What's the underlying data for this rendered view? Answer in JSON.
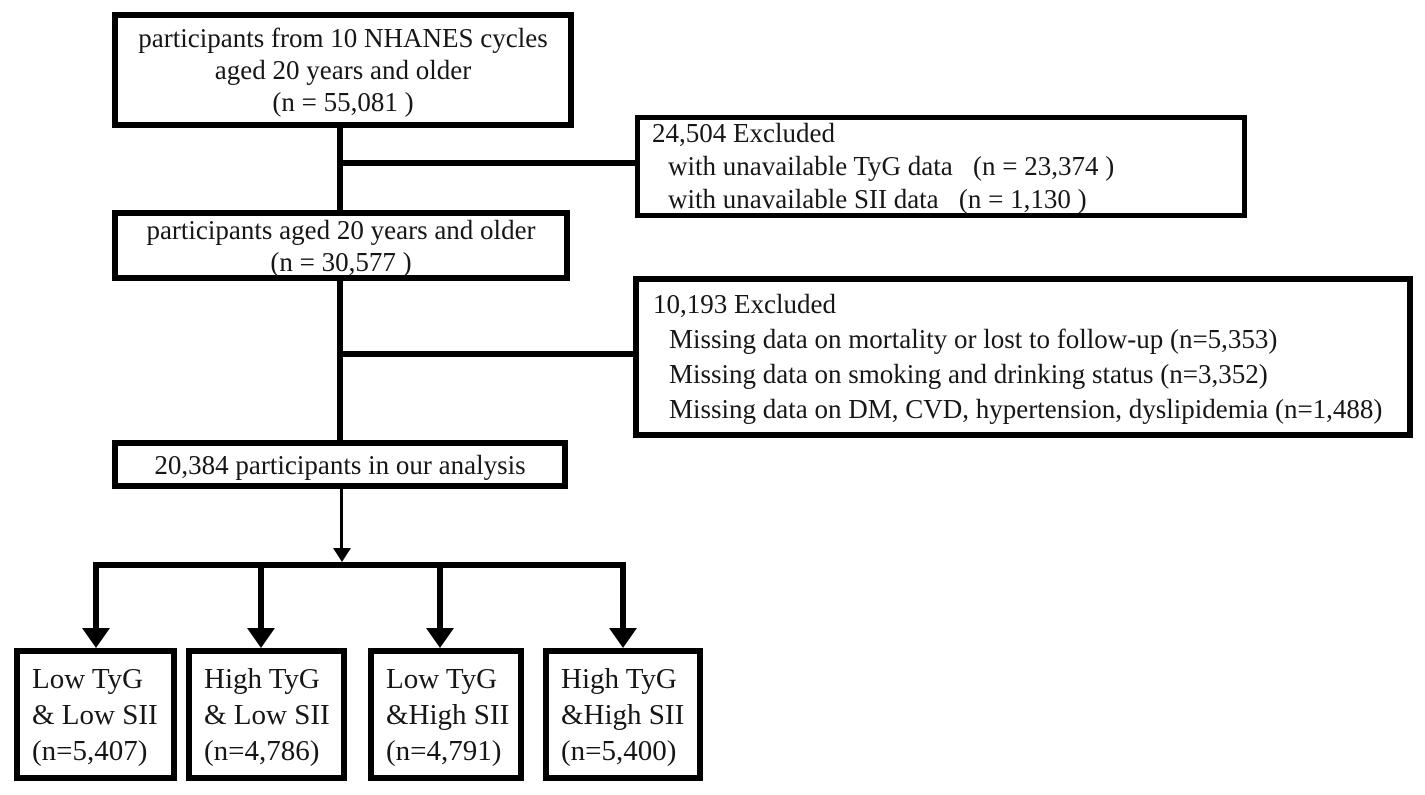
{
  "flowchart": {
    "boxes": {
      "initial": {
        "lines": [
          "participants from 10 NHANES cycles",
          "aged 20 years and older",
          "(n = 55,081 )"
        ]
      },
      "excluded1": {
        "lines": [
          "24,504 Excluded",
          "with unavailable TyG data   (n = 23,374 )",
          "with unavailable SII data   (n = 1,130 )"
        ]
      },
      "aged": {
        "lines": [
          "participants aged 20 years and older",
          "(n = 30,577 )"
        ]
      },
      "excluded2": {
        "lines": [
          "10,193 Excluded",
          "Missing data on mortality or lost to follow-up (n=5,353)",
          "Missing data on smoking and drinking status (n=3,352)",
          "Missing data on DM, CVD, hypertension, dyslipidemia (n=1,488)"
        ]
      },
      "analysis": {
        "lines": [
          "20,384 participants in our analysis"
        ]
      },
      "group1": {
        "lines": [
          "Low TyG",
          "& Low SII",
          "(n=5,407)"
        ]
      },
      "group2": {
        "lines": [
          "High TyG",
          "& Low SII",
          "(n=4,786)"
        ]
      },
      "group3": {
        "lines": [
          "Low TyG",
          "&High SII",
          "(n=4,791)"
        ]
      },
      "group4": {
        "lines": [
          "High TyG",
          "&High SII",
          "(n=5,400)"
        ]
      }
    },
    "colors": {
      "line": "#000000",
      "background": "#ffffff",
      "text": "#161616"
    }
  }
}
